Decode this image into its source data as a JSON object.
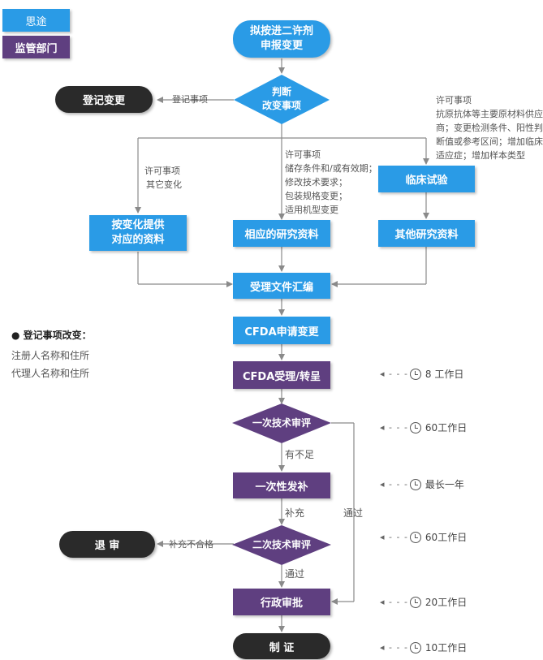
{
  "legend": {
    "siyuan": "思途",
    "regulator": "监管部门"
  },
  "nodes": {
    "start": [
      "拟按进二许剂",
      "申报变更"
    ],
    "judge": [
      "判断",
      "改变事项"
    ],
    "register_change": "登记变更",
    "clinical": "临床试验",
    "provide_data": [
      "按变化提供",
      "对应的资料"
    ],
    "research_data": "相应的研究资料",
    "other_data": "其他研究资料",
    "summary": "受理文件汇编",
    "cfda_apply": "CFDA申请变更",
    "cfda_accept": "CFDA受理/转呈",
    "tech_review1": "一次技术审评",
    "supplement": "一次性发补",
    "tech_review2": "二次技术审评",
    "admin_approval": "行政审批",
    "reject": "退 审",
    "certificate": "制 证"
  },
  "labels": {
    "register_item": "登记事项",
    "permit_other": [
      "许可事项",
      "其它变化"
    ],
    "permit_list": [
      "许可事项",
      "储存条件和/或有效期；",
      "修改技术要求；",
      "包装规格变更；",
      "适用机型变更"
    ],
    "permit_right": [
      "许可事项",
      "抗原抗体等主要原材料供应",
      "商；变更检测条件、阳性判",
      "断值或参考区间；增加临床",
      "适应症；增加样本类型"
    ],
    "insufficient": "有不足",
    "supplement_more": "补充",
    "pass": "通过",
    "pass2": "通过",
    "supplement_fail": "补充不合格"
  },
  "notes": {
    "title": "登记事项改变：",
    "lines": [
      "注册人名称和住所",
      "代理人名称和住所"
    ]
  },
  "timeline": [
    "8 工作日",
    "60工作日",
    "最长一年",
    "60工作日",
    "20工作日",
    "10工作日"
  ],
  "colors": {
    "blue": "#2a9be6",
    "purple": "#5f3f80",
    "dark": "#2a2a2a",
    "line": "#8a8a8a"
  }
}
